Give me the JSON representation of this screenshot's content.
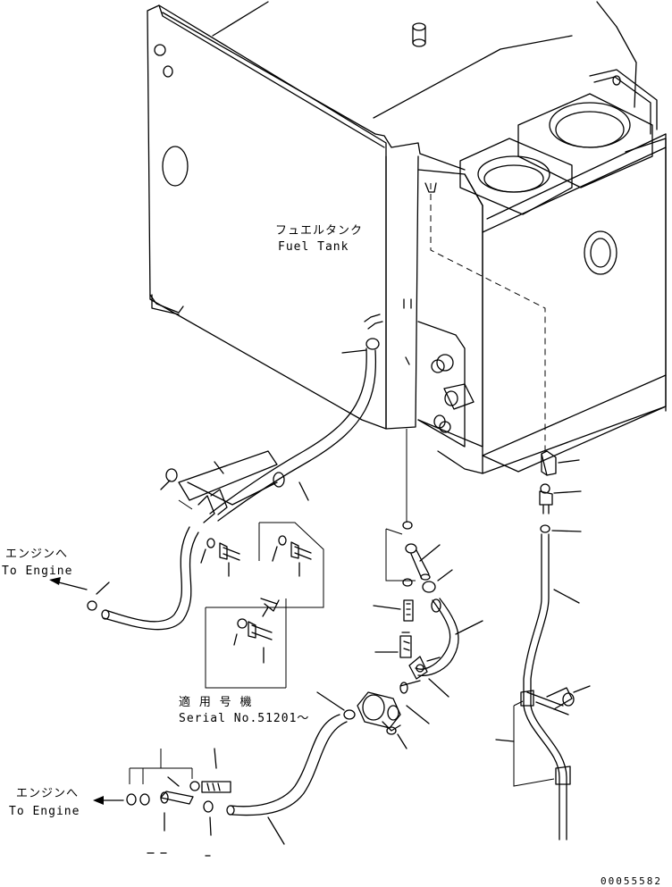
{
  "labels": {
    "fuel_tank_jp": "フュエルタンク",
    "fuel_tank_en": "Fuel Tank",
    "to_engine_upper_jp": "エンジンへ",
    "to_engine_upper_en": "To Engine",
    "to_engine_lower_jp": "エンジンへ",
    "to_engine_lower_en": "To Engine",
    "serial_jp": "適 用 号 機",
    "serial_en": "Serial No.51201～",
    "drawing_number": "00055582"
  }
}
